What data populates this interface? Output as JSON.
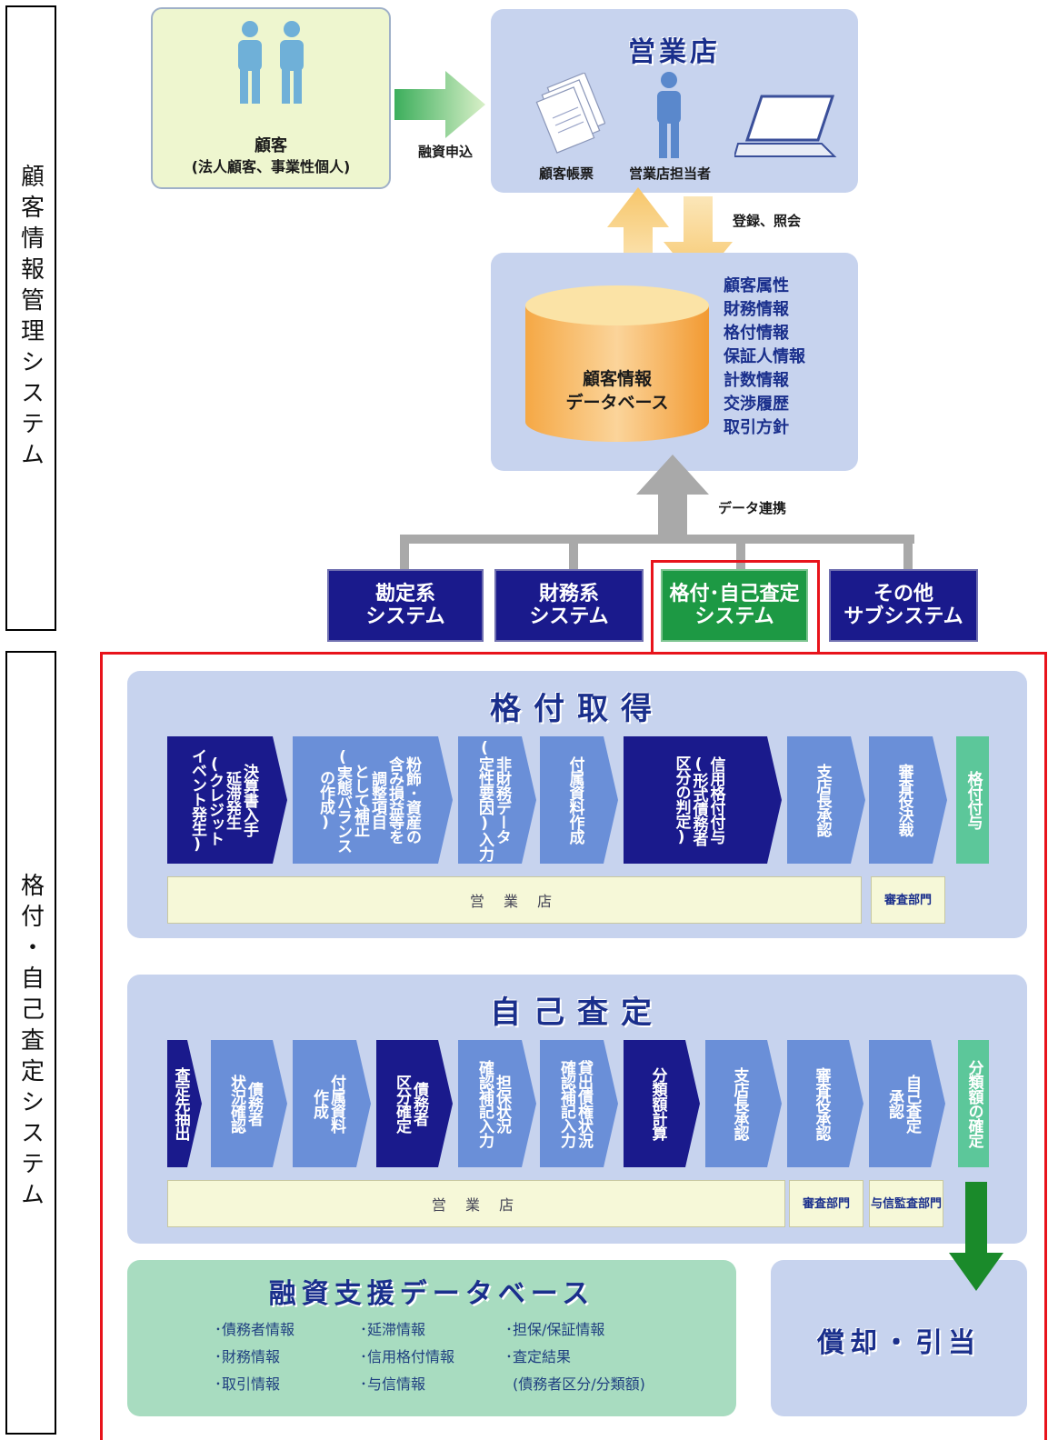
{
  "side_labels": {
    "top": "顧客情報管理システム",
    "bottom": "格付・自己査定システム"
  },
  "customer": {
    "name": "顧客",
    "subtitle": "(法人顧客、事業性個人)",
    "arrow_label": "融資申込"
  },
  "branch": {
    "title": "営業店",
    "doc_label": "顧客帳票",
    "staff_label": "営業店担当者",
    "arrow_label": "登録、照会"
  },
  "database": {
    "name_line1": "顧客情報",
    "name_line2": "データベース",
    "items": [
      "顧客属性",
      "財務情報",
      "格付情報",
      "保証人情報",
      "計数情報",
      "交渉履歴",
      "取引方針"
    ],
    "link_label": "データ連携"
  },
  "systems": [
    {
      "line1": "勘定系",
      "line2": "システム"
    },
    {
      "line1": "財務系",
      "line2": "システム"
    },
    {
      "line1": "格付･自己査定",
      "line2": "システム"
    },
    {
      "line1": "その他",
      "line2": "サブシステム"
    }
  ],
  "rating": {
    "title": "格付取得",
    "steps": [
      {
        "lines": [
          "決算書入手",
          "延滞発生",
          "(クレジット",
          "イベント発生)"
        ]
      },
      {
        "lines": [
          "粉飾･資産の",
          "含み損益等を",
          "調整項目",
          "として補正",
          "(実態バランス",
          "の作成)"
        ]
      },
      {
        "lines": [
          "非財務データ",
          "(定性要因)入力"
        ]
      },
      {
        "lines": [
          "付属資料作成"
        ]
      },
      {
        "lines": [
          "信用格付付与",
          "(形式債務者",
          "区分の判定)"
        ]
      },
      {
        "lines": [
          "支店長承認"
        ]
      },
      {
        "lines": [
          "審査役決裁"
        ]
      },
      {
        "lines": [
          "格付付与"
        ]
      }
    ],
    "bar_label": "営 業 店",
    "dept_label": "審査部門"
  },
  "self_assessment": {
    "title": "自己査定",
    "steps": [
      {
        "lines": [
          "査定先抽出"
        ]
      },
      {
        "lines": [
          "債務者",
          "状況確認"
        ]
      },
      {
        "lines": [
          "付属資料",
          "作成"
        ]
      },
      {
        "lines": [
          "債務者",
          "区分確定"
        ]
      },
      {
        "lines": [
          "担保状況",
          "確認補記入力"
        ]
      },
      {
        "lines": [
          "貸出債権状況",
          "確認補記入力"
        ]
      },
      {
        "lines": [
          "分類額計算"
        ]
      },
      {
        "lines": [
          "支店長承認"
        ]
      },
      {
        "lines": [
          "審査役承認"
        ]
      },
      {
        "lines": [
          "自己査定",
          "承認"
        ]
      },
      {
        "lines": [
          "分類額の確定"
        ]
      }
    ],
    "bar_label": "営 業 店",
    "dept1_label": "審査部門",
    "dept2_label": "与信監査部門"
  },
  "loan_db": {
    "title": "融資支援データベース",
    "col1": [
      "･債務者情報",
      "･財務情報",
      "･取引情報"
    ],
    "col2": [
      "･延滞情報",
      "･信用格付情報",
      "･与信情報"
    ],
    "col3": [
      "･担保/保証情報",
      "･査定結果",
      "(債務者区分/分類額)"
    ]
  },
  "writeoff": {
    "label": "償却・引当"
  },
  "colors": {
    "navy": "#1a1a8c",
    "mid_blue": "#6a8fd8",
    "green": "#1d9944",
    "teal": "#5cc79a",
    "red_frame": "#e8131b"
  }
}
